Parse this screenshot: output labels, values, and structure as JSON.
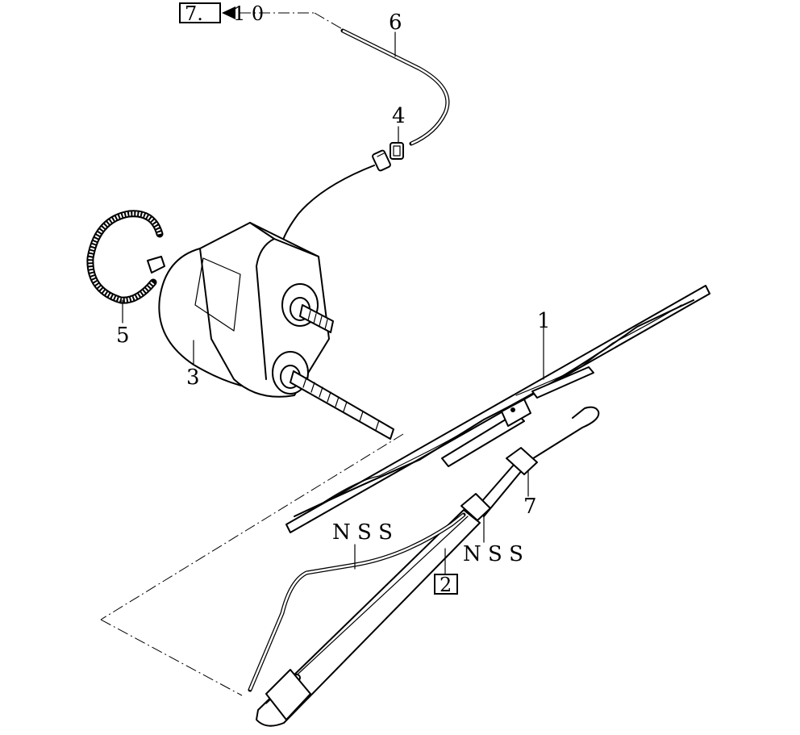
{
  "callouts": {
    "c1": "1",
    "c3": "3",
    "c4": "4",
    "c5": "5",
    "c6": "6",
    "c7": "7",
    "nss_left": "N S S",
    "nss_right": "N S S"
  },
  "references": {
    "ref_top": "7.",
    "ref_top_suffix": "1 0",
    "ref_box_2": "2"
  }
}
